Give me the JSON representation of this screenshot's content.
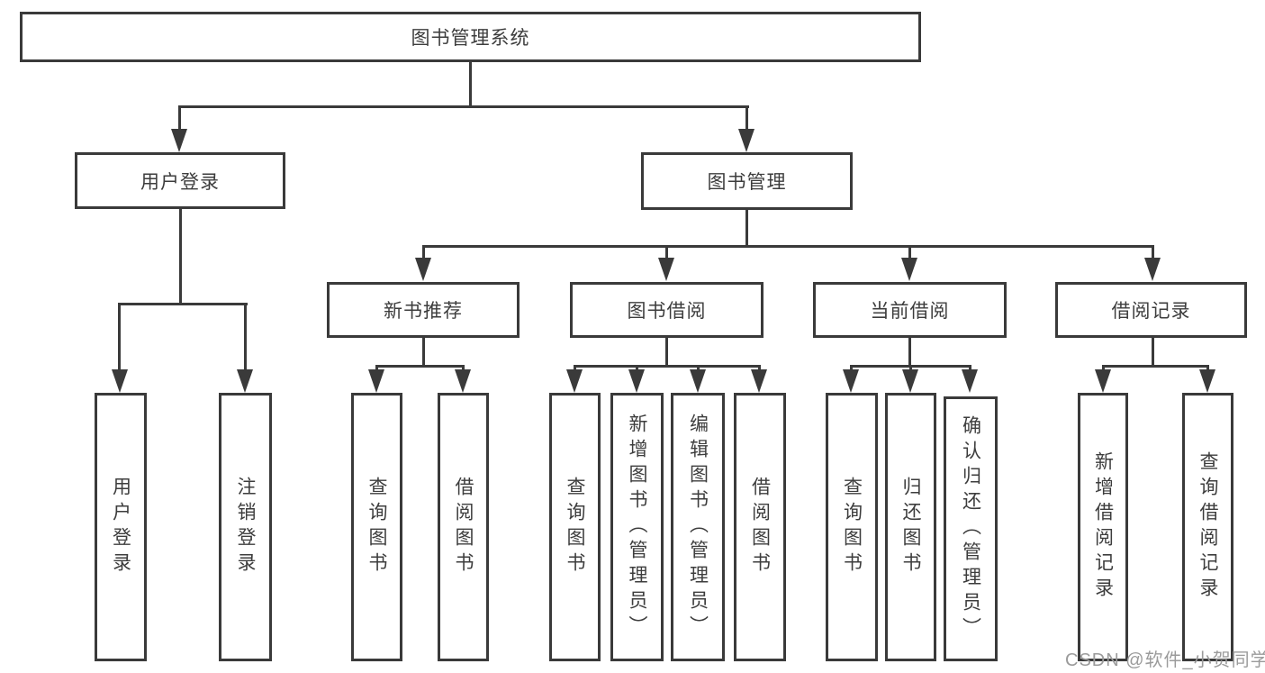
{
  "diagram": {
    "title": "图书管理系统",
    "root": {
      "label": "图书管理系统"
    },
    "level2": [
      {
        "label": "用户登录"
      },
      {
        "label": "图书管理"
      }
    ],
    "level3": [
      {
        "label": "新书推荐"
      },
      {
        "label": "图书借阅"
      },
      {
        "label": "当前借阅"
      },
      {
        "label": "借阅记录"
      }
    ],
    "leaves_user_login": [
      {
        "label": "用户登录"
      },
      {
        "label": "注销登录"
      }
    ],
    "leaves_new_book": [
      {
        "label": "查询图书"
      },
      {
        "label": "借阅图书"
      }
    ],
    "leaves_book_borrow": [
      {
        "label": "查询图书"
      },
      {
        "label": "新增图书（管理员）"
      },
      {
        "label": "编辑图书（管理员）"
      },
      {
        "label": "借阅图书"
      }
    ],
    "leaves_current_borrow": [
      {
        "label": "查询图书"
      },
      {
        "label": "归还图书"
      },
      {
        "label": "确认归还（管理员）"
      }
    ],
    "leaves_borrow_records": [
      {
        "label": "新增借阅记录"
      },
      {
        "label": "查询借阅记录"
      }
    ],
    "watermark": "CSDN @软件_小贺同学",
    "colors": {
      "line": "#3a3a3a",
      "text": "#3d3d3d",
      "watermark": "#9b9b9b",
      "background": "#ffffff"
    }
  }
}
